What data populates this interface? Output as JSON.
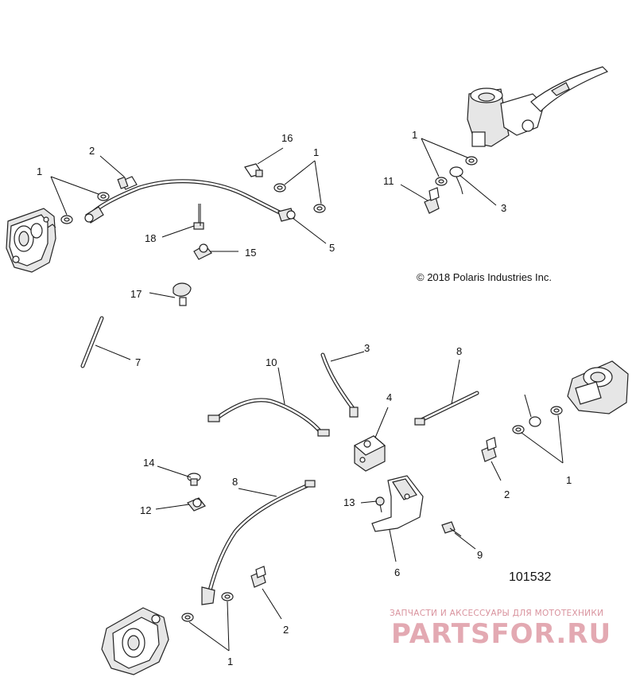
{
  "copyright": "© 2018 Polaris Industries Inc.",
  "diagram_number": "101532",
  "watermark": {
    "line1": "ЗАПЧАСТИ И АКСЕССУАРЫ ДЛЯ МОТОТЕХНИКИ",
    "line2": "PARTSFOR.RU"
  },
  "callouts": [
    {
      "id": "c1a",
      "text": "1"
    },
    {
      "id": "c2a",
      "text": "2"
    },
    {
      "id": "c16",
      "text": "16"
    },
    {
      "id": "c1b",
      "text": "1"
    },
    {
      "id": "c18",
      "text": "18"
    },
    {
      "id": "c15",
      "text": "15"
    },
    {
      "id": "c5",
      "text": "5"
    },
    {
      "id": "c1c",
      "text": "1"
    },
    {
      "id": "c11",
      "text": "11"
    },
    {
      "id": "c3a",
      "text": "3"
    },
    {
      "id": "c17",
      "text": "17"
    },
    {
      "id": "c7",
      "text": "7"
    },
    {
      "id": "c10",
      "text": "10"
    },
    {
      "id": "c3b",
      "text": "3"
    },
    {
      "id": "c8a",
      "text": "8"
    },
    {
      "id": "c4",
      "text": "4"
    },
    {
      "id": "c2b",
      "text": "2"
    },
    {
      "id": "c1d",
      "text": "1"
    },
    {
      "id": "c14",
      "text": "14"
    },
    {
      "id": "c8b",
      "text": "8"
    },
    {
      "id": "c12",
      "text": "12"
    },
    {
      "id": "c13",
      "text": "13"
    },
    {
      "id": "c6",
      "text": "6"
    },
    {
      "id": "c9",
      "text": "9"
    },
    {
      "id": "c2c",
      "text": "2"
    },
    {
      "id": "c1e",
      "text": "1"
    }
  ]
}
